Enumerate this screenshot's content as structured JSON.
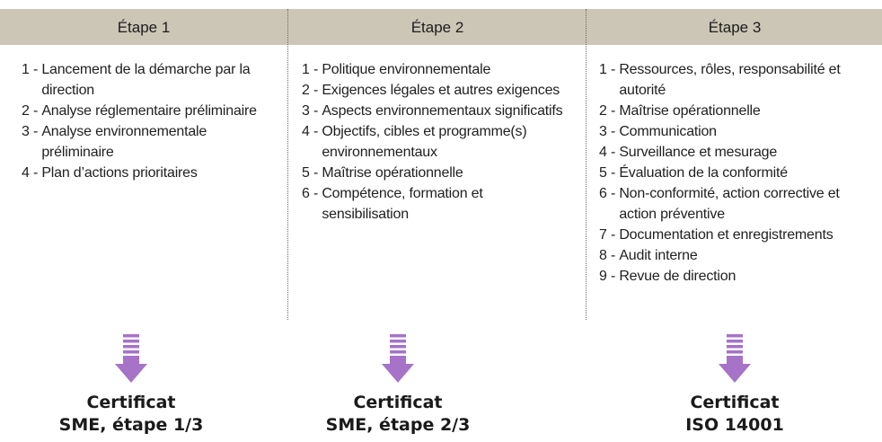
{
  "colors": {
    "header_band": "#cbc6b6",
    "arrow": "#a673c8"
  },
  "columns": [
    {
      "title": "Étape 1",
      "steps": [
        {
          "num": "1 - ",
          "text": "Lancement de la démarche par la direction"
        },
        {
          "num": "2 - ",
          "text": "Analyse réglementaire préliminaire"
        },
        {
          "num": "3 - ",
          "text": "Analyse environnementale préliminaire"
        },
        {
          "num": "4 - ",
          "text": "Plan d’actions prioritaires"
        }
      ],
      "certificate": {
        "line1": "Certificat",
        "line2": "SME, étape 1/3"
      }
    },
    {
      "title": "Étape 2",
      "steps": [
        {
          "num": "1 - ",
          "text": "Politique environnementale"
        },
        {
          "num": "2 - ",
          "text": "Exigences légales et autres exigences"
        },
        {
          "num": "3 - ",
          "text": "Aspects environnementaux significatifs"
        },
        {
          "num": "4 - ",
          "text": "Objectifs, cibles et programme(s) environnementaux"
        },
        {
          "num": "5 - ",
          "text": "Maîtrise opérationnelle"
        },
        {
          "num": "6 - ",
          "text": "Compétence, formation et sensibilisation"
        }
      ],
      "certificate": {
        "line1": "Certificat",
        "line2": "SME, étape 2/3"
      }
    },
    {
      "title": "Étape 3",
      "steps": [
        {
          "num": "1 - ",
          "text": "Ressources, rôles, responsabilité et autorité"
        },
        {
          "num": "2 - ",
          "text": "Maîtrise opérationnelle"
        },
        {
          "num": "3 - ",
          "text": "Communication"
        },
        {
          "num": "4 - ",
          "text": "Surveillance et mesurage"
        },
        {
          "num": "5 - ",
          "text": "Évaluation de la conformité"
        },
        {
          "num": "6 - ",
          "text": "Non-conformité, action corrective et action préventive"
        },
        {
          "num": "7 - ",
          "text": "Documentation et enregistrements"
        },
        {
          "num": "8 - ",
          "text": "Audit interne"
        },
        {
          "num": "9 - ",
          "text": "Revue de direction"
        }
      ],
      "certificate": {
        "line1": "Certificat",
        "line2": "ISO 14001"
      }
    }
  ]
}
